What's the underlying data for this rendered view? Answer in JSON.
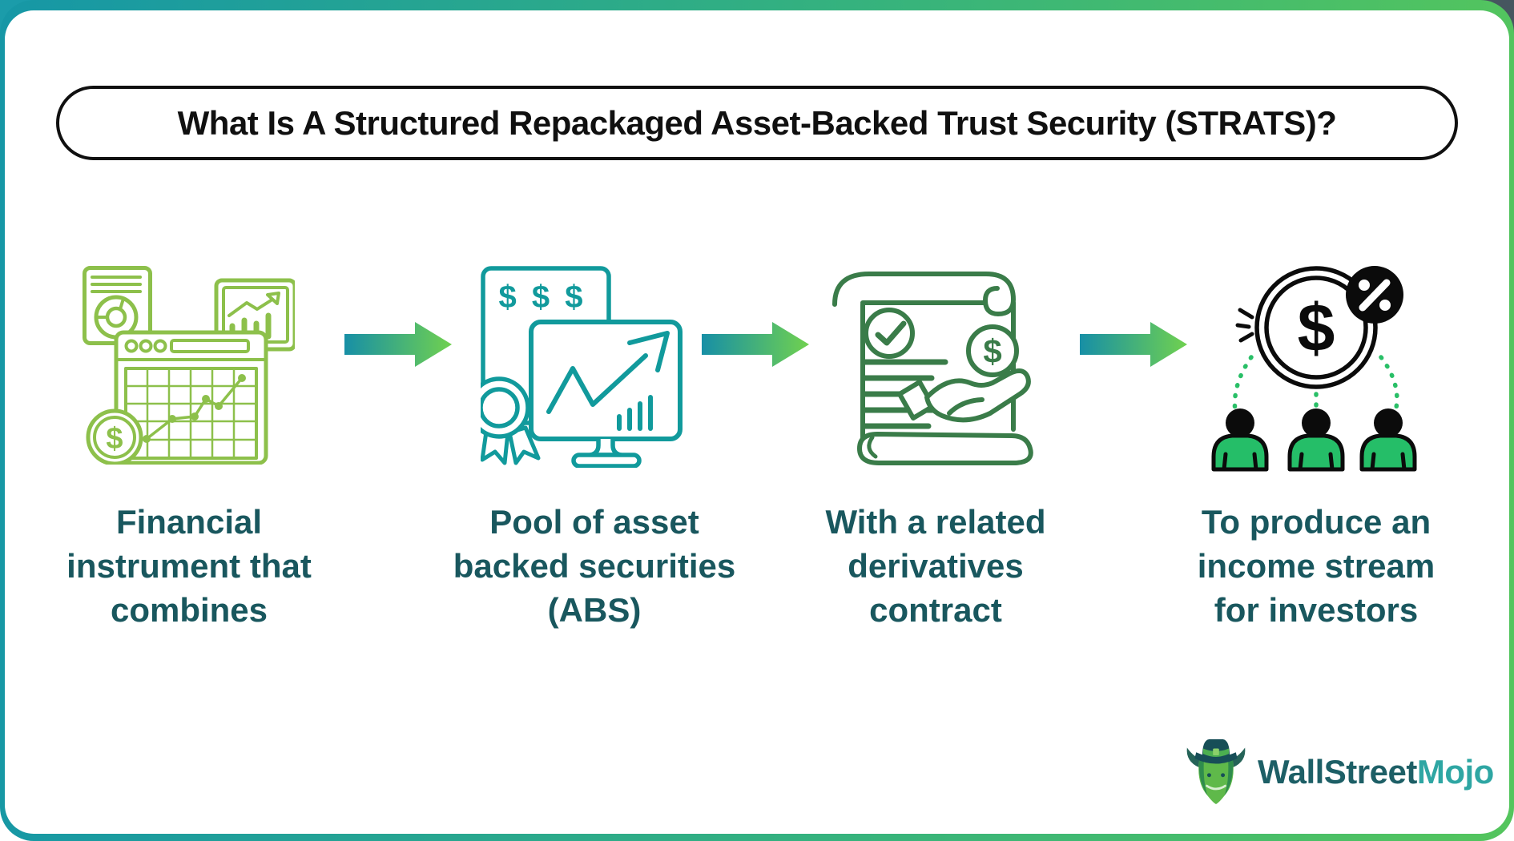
{
  "header": {
    "title": "What Is A Structured Repackaged Asset-Backed Trust Security (STRATS)?"
  },
  "steps": [
    {
      "name": "financial-instrument",
      "label": "Financial\ninstrument that\ncombines"
    },
    {
      "name": "abs-pool",
      "label": "Pool of asset\nbacked securities\n(ABS)"
    },
    {
      "name": "derivatives-contract",
      "label": "With a related\nderivatives\ncontract"
    },
    {
      "name": "income-stream",
      "label": "To produce an\nincome stream\nfor investors"
    }
  ],
  "icon_text": {
    "certificate_dollars": "$ $ $",
    "spreadsheet_coin_dollar": "$",
    "contract_coin_dollar": "$",
    "big_coin_dollar": "$",
    "percent_sign": "%"
  },
  "logo": {
    "brand_part1": "WallStreet",
    "brand_part2": "Mojo"
  },
  "colors": {
    "frame_gradient_start": "#1697a6",
    "frame_gradient_end": "#54c55d",
    "arrow_gradient_start": "#178fa6",
    "arrow_gradient_end": "#70d14f",
    "step1_icon": "#8dc04b",
    "step2_icon": "#119a9c",
    "step3_icon": "#3a7c49",
    "step4_icon_line": "#0b0b0b",
    "step4_accent_green": "#29bf67",
    "label_text": "#19575e",
    "title_text": "#101010",
    "logo_primary": "#1d5f66",
    "logo_secondary": "#2ea6a3"
  }
}
